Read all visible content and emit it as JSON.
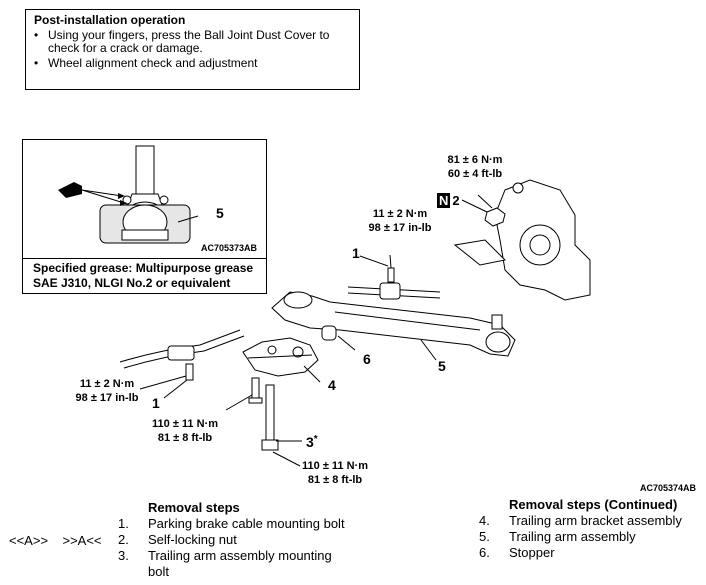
{
  "post_install": {
    "title": "Post-installation operation",
    "items": [
      "Using your fingers, press the Ball Joint Dust Cover to check for a crack or damage.",
      "Wheel alignment check and adjustment"
    ]
  },
  "inset": {
    "callout": "5",
    "code": "AC705373AB",
    "grease_line1": "Specified grease: Multipurpose grease",
    "grease_line2": "SAE J310, NLGI No.2 or equivalent"
  },
  "torques": {
    "knuckle_nm": "81 ± 6 N·m",
    "knuckle_ft": "60 ± 4 ft-lb",
    "bracket_top_nm": "11 ± 2 N·m",
    "bracket_top_in": "98 ± 17 in-lb",
    "bracket_left_nm": "11 ± 2 N·m",
    "bracket_left_in": "98 ± 17 in-lb",
    "mount_nm": "110 ± 11 N·m",
    "mount_ft": "81 ± 8 ft-lb",
    "bolt_nm": "110 ± 11 N·m",
    "bolt_ft": "81 ± 8 ft-lb"
  },
  "callouts": {
    "n2_badge": "N",
    "n2_num": "2",
    "c1_top": "1",
    "c1_left": "1",
    "c3": "3",
    "c3_star": "*",
    "c4": "4",
    "c5": "5",
    "c6": "6"
  },
  "figure_code": "AC705374AB",
  "removal_left": {
    "title": "Removal steps",
    "markers": "<<A>>    >>A<<",
    "steps": [
      {
        "num": "1.",
        "text": "Parking brake cable mounting bolt"
      },
      {
        "num": "2.",
        "text": "Self-locking nut"
      },
      {
        "num": "3.",
        "text": "Trailing arm assembly mounting"
      },
      {
        "num": "",
        "text": "bolt"
      }
    ]
  },
  "removal_right": {
    "title": "Removal steps (Continued)",
    "steps": [
      {
        "num": "4.",
        "text": "Trailing arm bracket assembly"
      },
      {
        "num": "5.",
        "text": "Trailing arm assembly"
      },
      {
        "num": "6.",
        "text": "Stopper"
      }
    ]
  }
}
